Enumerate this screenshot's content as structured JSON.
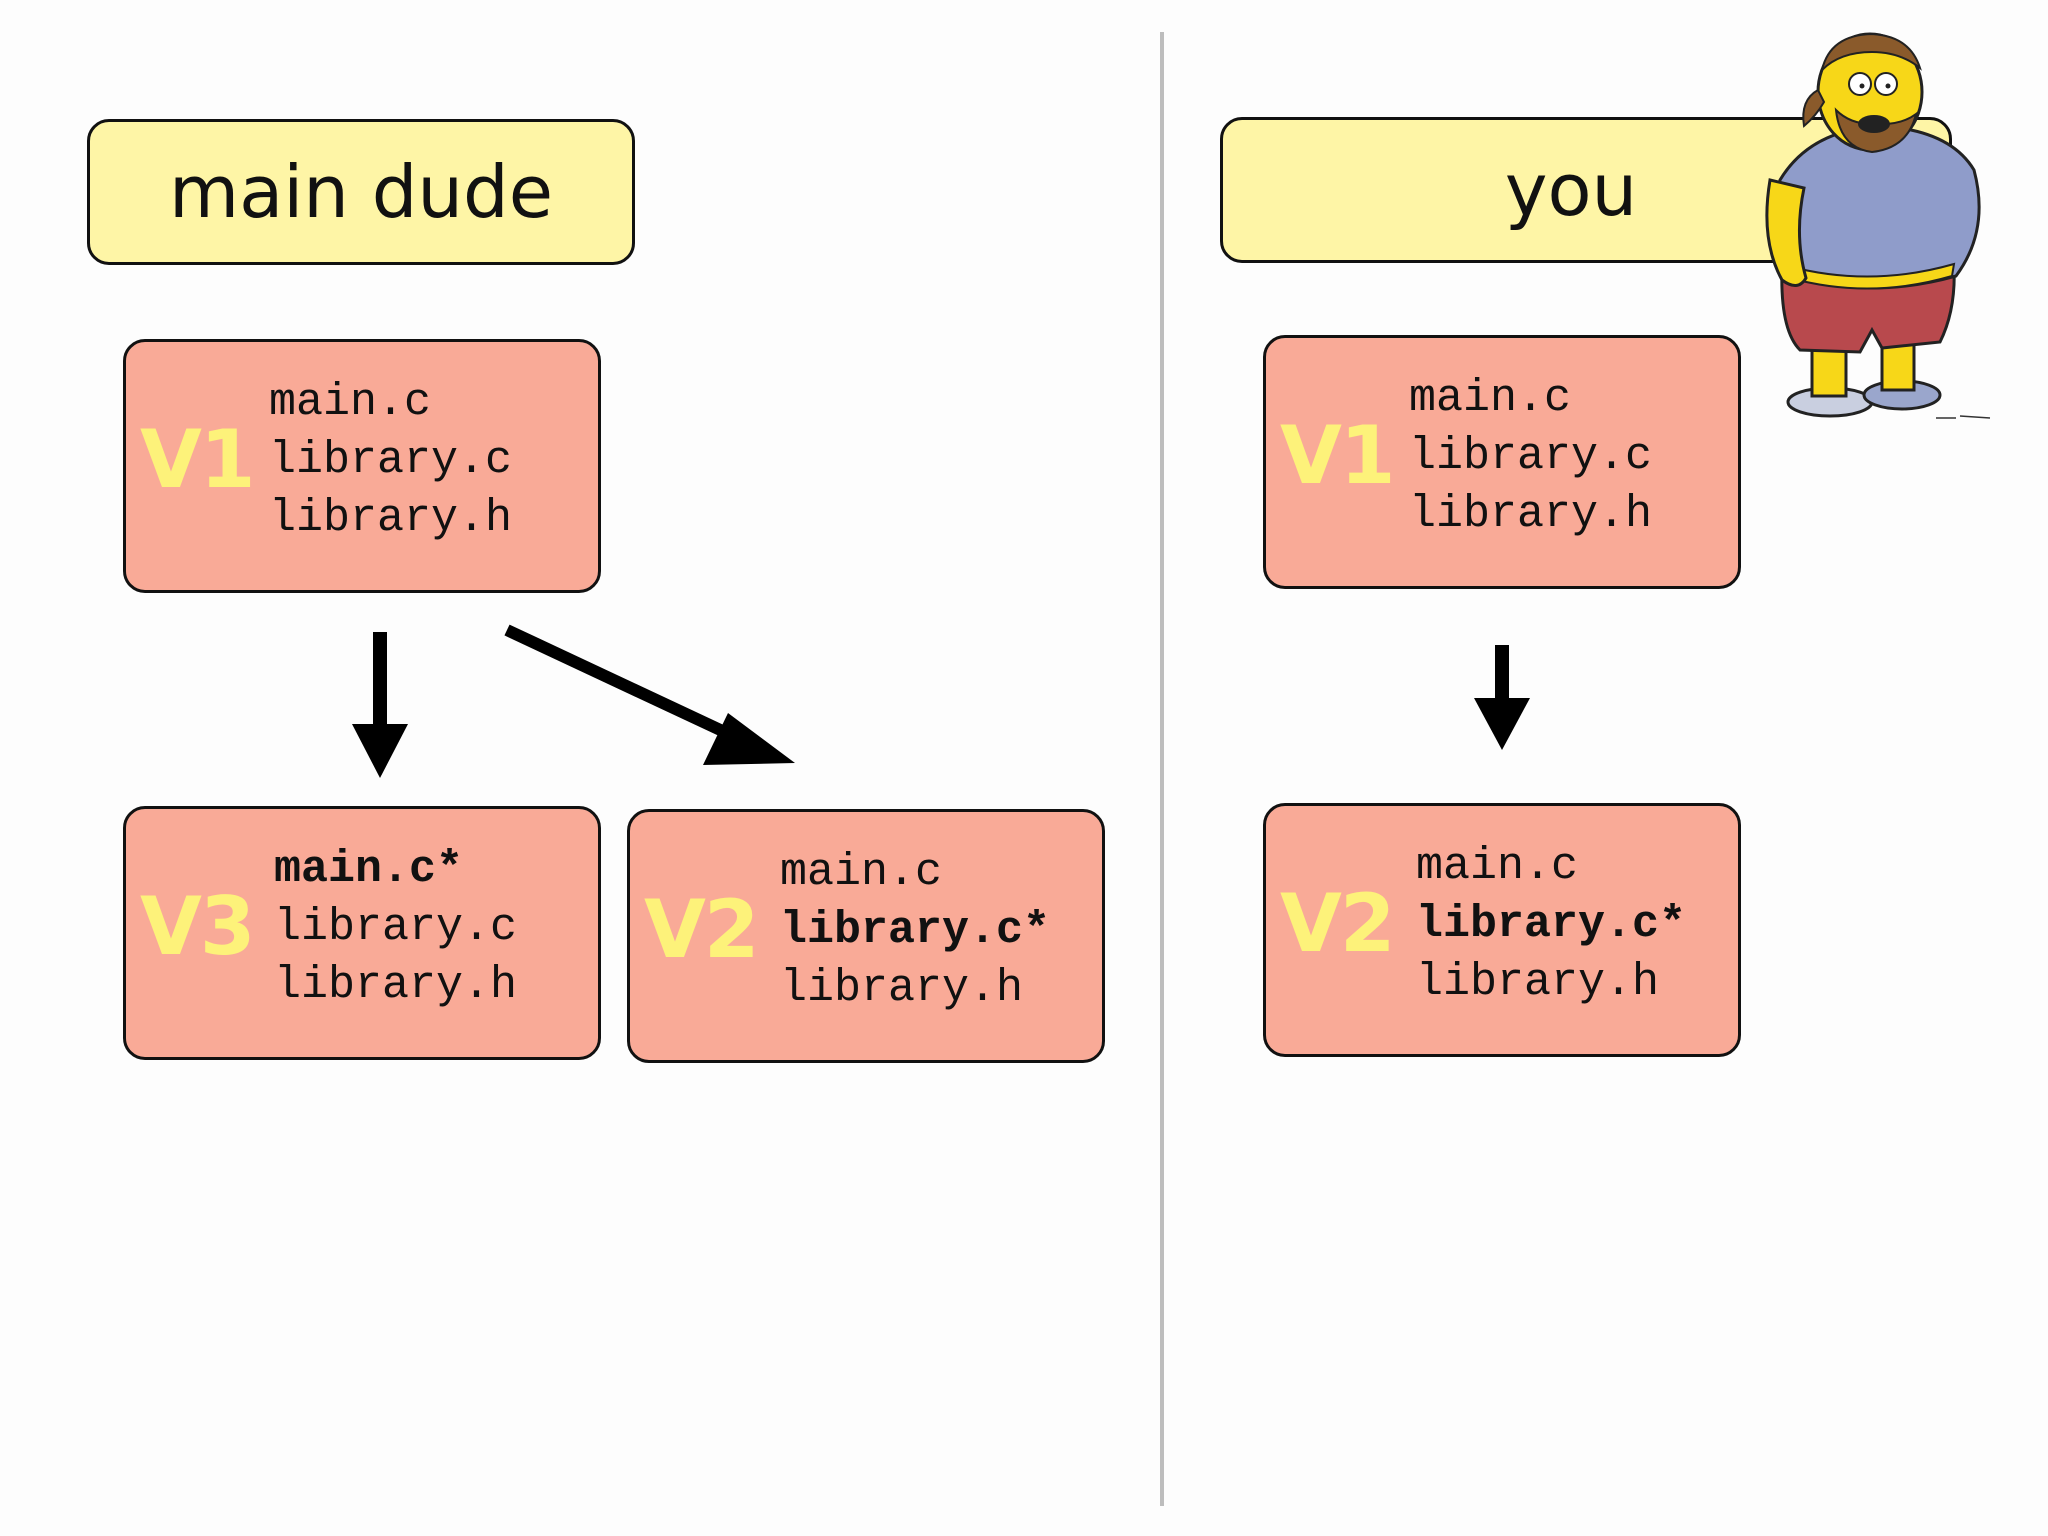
{
  "left_panel": {
    "header": "main dude",
    "boxes": [
      {
        "version": "V1",
        "files": [
          {
            "name": "main.c",
            "changed": false
          },
          {
            "name": "library.c",
            "changed": false
          },
          {
            "name": "library.h",
            "changed": false
          }
        ]
      },
      {
        "version": "V3",
        "files": [
          {
            "name": "main.c*",
            "changed": true
          },
          {
            "name": "library.c",
            "changed": false
          },
          {
            "name": "library.h",
            "changed": false
          }
        ]
      },
      {
        "version": "V2",
        "files": [
          {
            "name": "main.c",
            "changed": false
          },
          {
            "name": "library.c*",
            "changed": true
          },
          {
            "name": "library.h",
            "changed": false
          }
        ]
      }
    ]
  },
  "right_panel": {
    "header": "you",
    "boxes": [
      {
        "version": "V1",
        "files": [
          {
            "name": "main.c",
            "changed": false
          },
          {
            "name": "library.c",
            "changed": false
          },
          {
            "name": "library.h",
            "changed": false
          }
        ]
      },
      {
        "version": "V2",
        "files": [
          {
            "name": "main.c",
            "changed": false
          },
          {
            "name": "library.c*",
            "changed": true
          },
          {
            "name": "library.h",
            "changed": false
          }
        ]
      }
    ]
  },
  "colors": {
    "header_fill": "#fef5a6",
    "version_box_fill": "#f9aa97",
    "version_label": "#fdf27a",
    "divider": "#bdbdbd"
  },
  "icons": [
    "comic-book-guy-illustration",
    "arrow-down-icon",
    "arrow-diagonal-icon"
  ]
}
